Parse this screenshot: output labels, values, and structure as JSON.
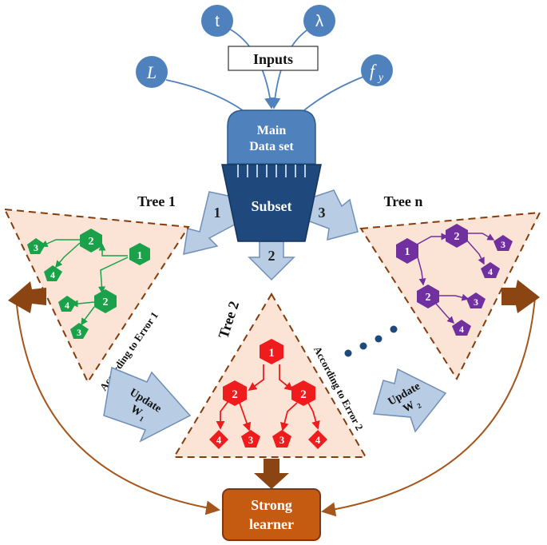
{
  "inputs_label": "Inputs",
  "input_nodes": [
    "t",
    "λ",
    "L",
    "f",
    "y"
  ],
  "main_data_set": {
    "line1": "Main",
    "line2": "Data set"
  },
  "subset_label": "Subset",
  "subset_arrows": [
    "1",
    "2",
    "3"
  ],
  "trees": {
    "tree1": {
      "title": "Tree 1",
      "color": "#1aa14a",
      "nodes": [
        "1",
        "2",
        "3",
        "4",
        "2",
        "4",
        "3"
      ]
    },
    "tree2": {
      "title": "Tree 2",
      "color": "#ee1c1c",
      "nodes": [
        "1",
        "2",
        "2",
        "4",
        "3",
        "3",
        "4"
      ]
    },
    "treen": {
      "title": "Tree n",
      "color": "#7030a0",
      "nodes": [
        "1",
        "2",
        "3",
        "4",
        "2",
        "3",
        "4"
      ]
    }
  },
  "error_labels": [
    "According to Error 1",
    "According to Error 2"
  ],
  "update_labels": [
    {
      "text": "Update",
      "w": "W",
      "sub": "1"
    },
    {
      "text": "Update",
      "w": "W",
      "sub": "2"
    }
  ],
  "strong_learner": {
    "line1": "Strong",
    "line2": "learner"
  },
  "colors": {
    "input_node": "#4f81bd",
    "arrow_fill": "#b8cce4",
    "main_box": "#4f81bd",
    "subset_box": "#1f497d",
    "tree_fill": "#fbe4d5",
    "tree_border": "#843c0c",
    "strong_fill": "#c55a11",
    "curve": "#a5561c"
  }
}
